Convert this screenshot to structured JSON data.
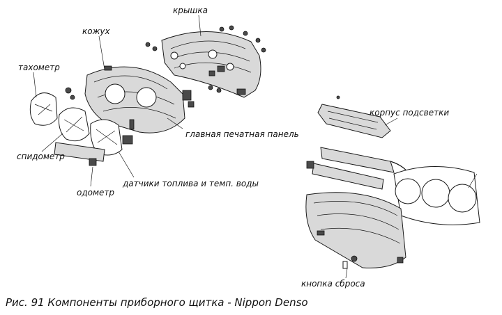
{
  "labels": {
    "cover": "крышка",
    "shroud": "кожух",
    "tachometer": "тахометр",
    "main_board": "главная печатная панель",
    "backlight_housing": "корпус подсветки",
    "speedometer": "спидометр",
    "fuel_temp_sensors": "датчики топлива и темп. воды",
    "odometer": "одометр",
    "reset_button": "кнопка сброса"
  },
  "caption": "Рис. 91 Компоненты приборного щитка - Nippon Denso"
}
